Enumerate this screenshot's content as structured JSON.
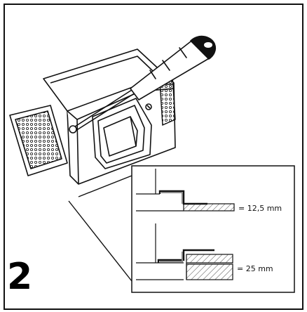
{
  "step_number": "2",
  "detail": {
    "top_label": "= 12,5 mm",
    "bottom_label": "= 25 mm"
  },
  "colors": {
    "line": "#111111",
    "hatch": "#444444",
    "bracket_fill": "#8a8a8a",
    "background": "#ffffff"
  }
}
